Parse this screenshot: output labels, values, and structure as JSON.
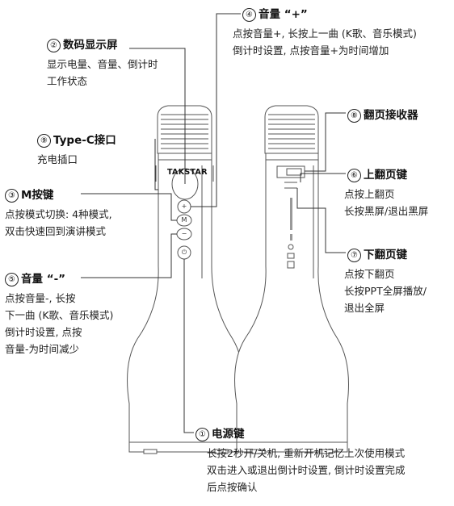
{
  "callouts": {
    "display": {
      "num": "②",
      "title": "数码显示屏",
      "lines": [
        "显示电量、音量、倒计时",
        "工作状态"
      ]
    },
    "vol_up": {
      "num": "④",
      "title": "音量 “+”",
      "lines": [
        "点按音量+, 长按上一曲 (K歌、音乐模式)",
        "倒计时设置, 点按音量+为时间增加"
      ]
    },
    "typec": {
      "num": "⑨",
      "title": "Type-C接口",
      "lines": [
        "充电插口"
      ]
    },
    "m_key": {
      "num": "③",
      "title": "M按键",
      "lines": [
        "点按模式切换: 4种模式,",
        "双击快速回到演讲模式"
      ]
    },
    "vol_down": {
      "num": "⑤",
      "title": "音量 “-”",
      "lines": [
        "点按音量-, 长按",
        "下一曲 (K歌、音乐模式)",
        "倒计时设置, 点按",
        "音量-为时间减少"
      ]
    },
    "power": {
      "num": "①",
      "title": "电源键",
      "lines": [
        "长按2秒开/关机, 重新开机记忆上次使用模式",
        "双击进入或退出倒计时设置, 倒计时设置完成",
        "后点按确认"
      ]
    },
    "receiver": {
      "num": "⑧",
      "title": "翻页接收器",
      "lines": []
    },
    "page_up": {
      "num": "⑥",
      "title": "上翻页键",
      "lines": [
        "点按上翻页",
        "长按黑屏/退出黑屏"
      ]
    },
    "page_down": {
      "num": "⑦",
      "title": "下翻页键",
      "lines": [
        "点按下翻页",
        "长按PPT全屏播放/",
        "退出全屏"
      ]
    }
  },
  "device": {
    "brand": "TAKSTAR",
    "buttons": {
      "plus": "+",
      "m": "M",
      "minus": "−",
      "power": "⏻"
    }
  }
}
